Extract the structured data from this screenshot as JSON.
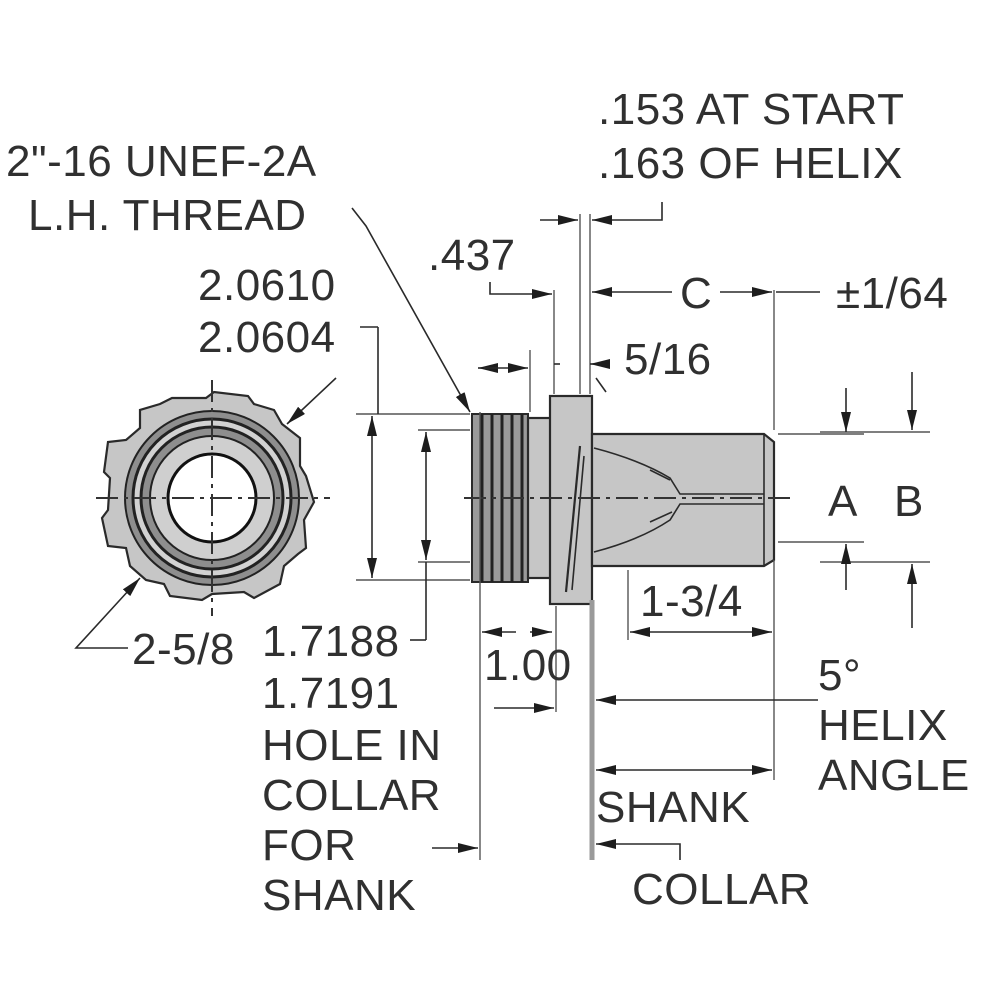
{
  "labels": {
    "thread_spec_1": "2\"-16 UNEF-2A",
    "thread_spec_2": "L.H. THREAD",
    "od_max": "2.0610",
    "od_min": "2.0604",
    "dim_437": ".437",
    "helix_start": ".153 AT START",
    "helix_of": ".163 OF HELIX",
    "dim_c": "C",
    "tol": "±1/64",
    "dim_5_16": "5/16",
    "dim_a": "A",
    "dim_b": "B",
    "dim_1_3_4": "1-3/4",
    "dim_2_5_8": "2-5/8",
    "hole_max": "1.7188",
    "hole_min": "1.7191",
    "hole_desc_1": "HOLE IN",
    "hole_desc_2": "COLLAR",
    "hole_desc_3": "FOR",
    "hole_desc_4": "SHANK",
    "dim_1_00": "1.00",
    "helix_angle_1": "5°",
    "helix_angle_2": "HELIX",
    "helix_angle_3": "ANGLE",
    "shank": "SHANK",
    "collar": "COLLAR"
  }
}
